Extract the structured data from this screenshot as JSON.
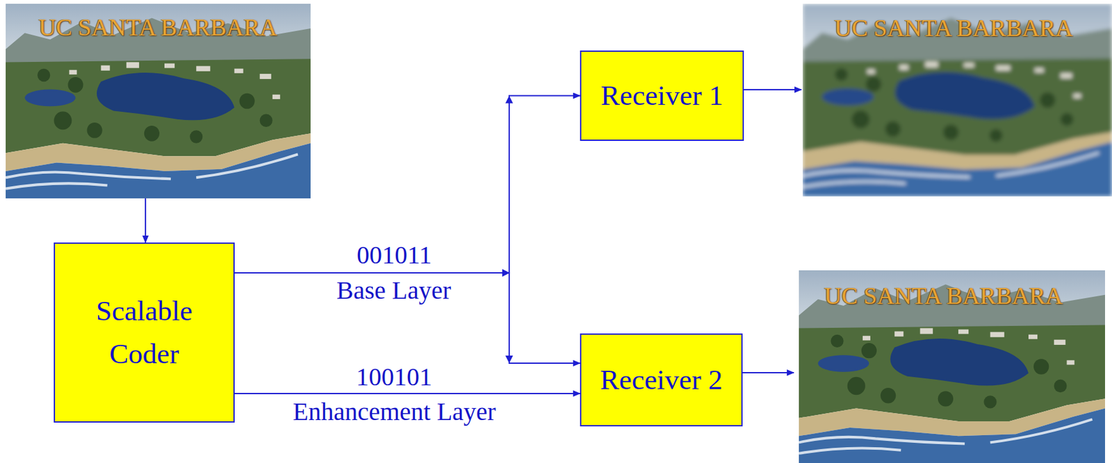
{
  "diagram": {
    "nodes": [
      {
        "text": [
          "Scalable Coder"
        ]
      },
      {
        "text": [
          "Receiver 1"
        ]
      },
      {
        "text": [
          "Receiver 2"
        ]
      }
    ],
    "edges": [
      {
        "from": 0,
        "to": 1,
        "arrow": "to",
        "label": "Base Layer"
      },
      {
        "from": 0,
        "to": 2,
        "arrow": "to"
      },
      {
        "from": 0,
        "to": 2,
        "arrow": "to",
        "label": "Enhancement Layer"
      }
    ],
    "labels": [
      "UC SANTA BARBARA",
      "UC SANTA BARBARA",
      "UC SANTA BARBARA",
      "001011",
      "100101"
    ]
  }
}
